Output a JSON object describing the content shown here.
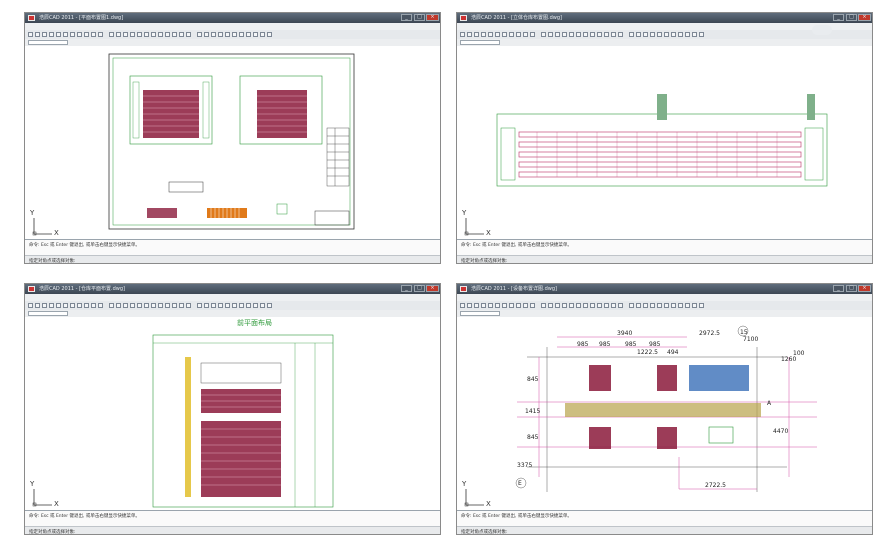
{
  "windows": [
    {
      "title": "浩辰CAD 2011 - [平面布置图1.dwg]",
      "menu": [
        "文件(F)",
        "编辑(E)",
        "视图(V)",
        "插入(I)",
        "格式(O)",
        "工具(T)",
        "绘图(D)",
        "标注(N)",
        "修改(M)",
        "窗口(W)",
        "帮助(H)"
      ],
      "cmd": "命令: Esc 或 Enter 键退出, 或单击右键显示快捷菜单。",
      "status": "指定对角点或选择对象:",
      "axis_x": "X",
      "axis_y": "Y"
    },
    {
      "title": "浩辰CAD 2011 - [立体仓库布置图.dwg]",
      "menu": [
        "文件(F)",
        "编辑(E)",
        "视图(V)",
        "插入(I)",
        "格式(O)",
        "工具(T)",
        "绘图(D)",
        "标注(N)",
        "修改(M)",
        "窗口(W)",
        "帮助(H)"
      ],
      "cmd": "命令: Esc 或 Enter 键退出, 或单击右键显示快捷菜单。",
      "status": "指定对角点或选择对象:",
      "axis_x": "X",
      "axis_y": "Y"
    },
    {
      "title": "浩辰CAD 2011 - [仓库平面布置.dwg]",
      "menu": [
        "文件(F)",
        "编辑(E)",
        "视图(V)",
        "插入(I)",
        "格式(O)",
        "工具(T)",
        "绘图(D)",
        "标注(N)",
        "修改(M)",
        "窗口(W)",
        "帮助(H)"
      ],
      "cmd": "命令: Esc 或 Enter 键退出, 或单击右键显示快捷菜单。",
      "status": "指定对角点或选择对象:",
      "axis_x": "X",
      "axis_y": "Y",
      "drawing_heading": "前平面布局"
    },
    {
      "title": "浩辰CAD 2011 - [设备布置详图.dwg]",
      "menu": [
        "文件(F)",
        "编辑(E)",
        "视图(V)",
        "插入(I)",
        "格式(O)",
        "工具(T)",
        "绘图(D)",
        "标注(N)",
        "修改(M)",
        "窗口(W)",
        "帮助(H)"
      ],
      "cmd": "命令: Esc 或 Enter 键退出, 或单击右键显示快捷菜单。",
      "status": "指定对角点或选择对象:",
      "axis_x": "X",
      "axis_y": "Y",
      "dims": {
        "d3940": "3940",
        "d2972": "2972.5",
        "d7100": "7100",
        "d985a": "985",
        "d985b": "985",
        "d985c": "985",
        "d985d": "985",
        "d1222": "1222.5",
        "d494": "494",
        "d845a": "845",
        "d1415": "1415",
        "d845b": "845",
        "d3375": "3375",
        "d1260": "1260",
        "d1100": "100",
        "d4470": "4470",
        "d2722": "2722.5",
        "axis15": "15",
        "axisE": "E",
        "axisA": "A"
      }
    }
  ],
  "colors": {
    "titlebar": "#4a5562",
    "drawing_green": "#2e9a3a",
    "drawing_red": "#8b1a3b",
    "drawing_magenta": "#d44fa6",
    "drawing_blue": "#3a6fb8",
    "drawing_orange": "#e07a1a"
  }
}
